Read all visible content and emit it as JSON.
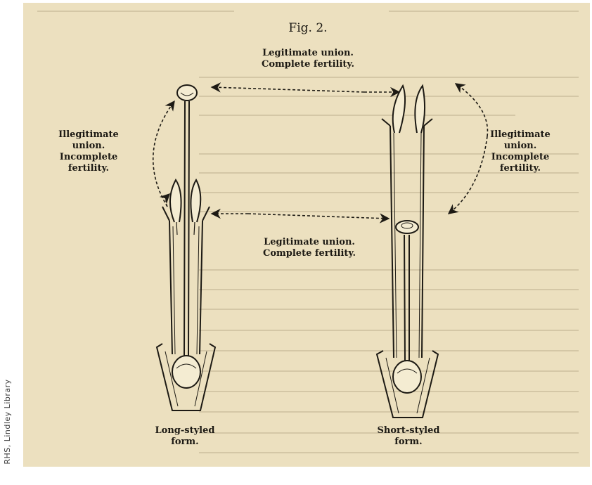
{
  "figure": {
    "title": "Fig. 2.",
    "top_label": "Legitimate union.\nComplete fertility.",
    "middle_label": "Legitimate union.\nComplete fertility.",
    "left_label": "Illegitimate\nunion.\nIncomplete\nfertility.",
    "right_label": "Illegitimate\nunion.\nIncomplete\nfertility.",
    "long_caption": "Long-styled\nform.",
    "short_caption": "Short-styled\nform."
  },
  "credit": "RHS, Lindley Library",
  "colors": {
    "paper": "#ece0bf",
    "ink": "#1d1a14"
  }
}
